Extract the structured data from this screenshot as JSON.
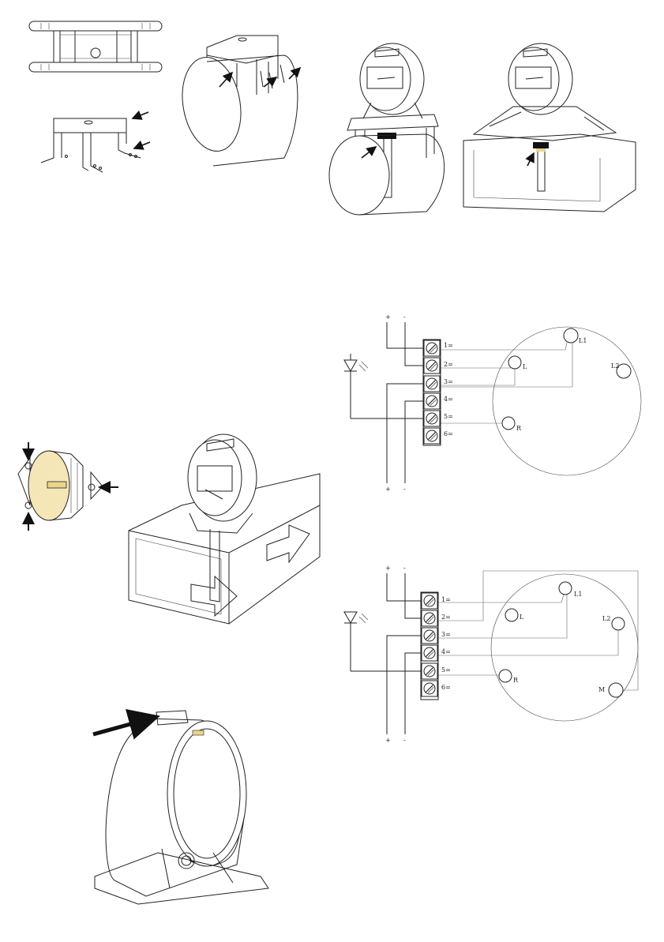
{
  "wiring1": {
    "top_plus": "+",
    "top_minus": "-",
    "bottom_plus": "+",
    "bottom_minus": "-",
    "terminals": [
      "1=",
      "2=",
      "3=",
      "4=",
      "5=",
      "6="
    ],
    "contacts": {
      "l1": "L1",
      "l": "L",
      "l2": "L2",
      "r": "R"
    }
  },
  "wiring2": {
    "top_plus": "+",
    "top_minus": "-",
    "bottom_plus": "+",
    "bottom_minus": "-",
    "terminals": [
      "1=",
      "2=",
      "3=",
      "4=",
      "5=",
      "6="
    ],
    "contacts": {
      "l1": "L1",
      "l": "L",
      "l2": "L2",
      "r": "R",
      "m": "M"
    }
  },
  "colors": {
    "line": "#222222",
    "wire": "#666666",
    "highlight": "#f5e6b8",
    "arrow": "#111111"
  },
  "icons": [
    "arrow-icon",
    "screw-terminal-icon",
    "led-diode-icon",
    "contact-pin-icon"
  ]
}
